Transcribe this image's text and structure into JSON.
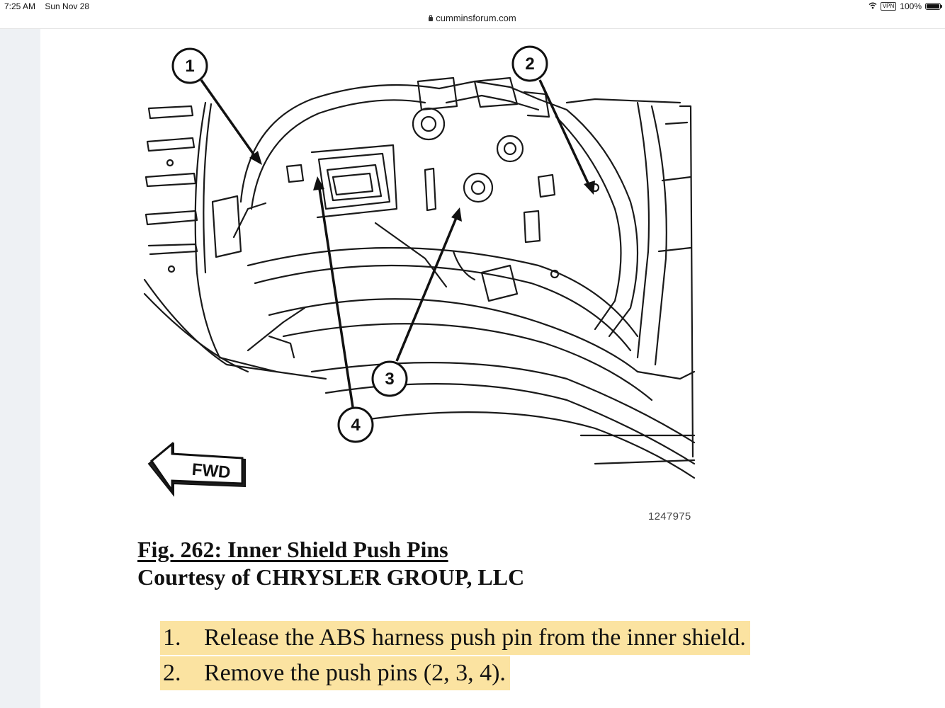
{
  "status_bar": {
    "time": "7:25 AM",
    "date": "Sun Nov 28",
    "url": "cumminsforum.com",
    "vpn": "VPN",
    "battery": "100%"
  },
  "figure": {
    "callouts": [
      "1",
      "2",
      "3",
      "4"
    ],
    "direction_label": "FWD",
    "figure_id": "1247975",
    "title": "Fig. 262: Inner Shield Push Pins",
    "courtesy": "Courtesy of CHRYSLER GROUP, LLC"
  },
  "steps": [
    {
      "number": "1.",
      "text": "Release the ABS harness push pin from the inner shield."
    },
    {
      "number": "2.",
      "text": "Remove the push pins (2, 3, 4)."
    }
  ],
  "colors": {
    "highlight": "#fbe3a1",
    "gutter": "#eef1f4"
  }
}
